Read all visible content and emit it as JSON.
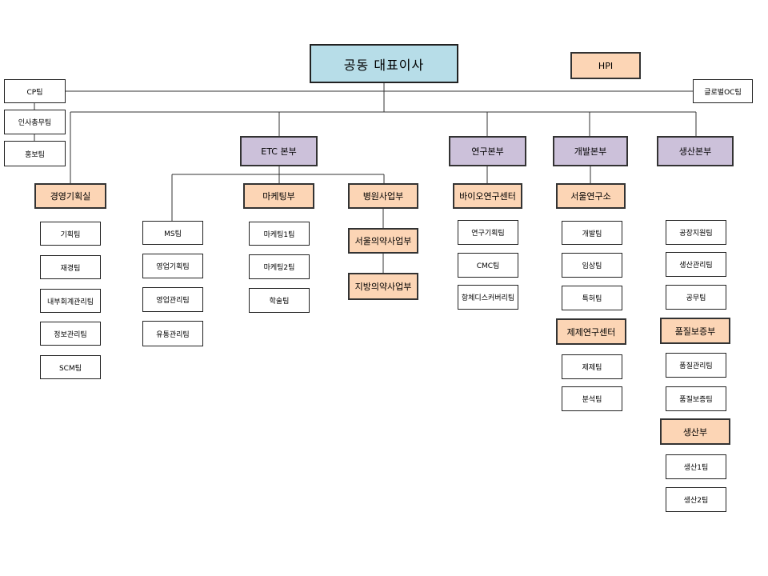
{
  "ceo": "공동 대표이사",
  "hpi": "HPI",
  "cp_team": "CP팀",
  "global_oc_team": "글로벌OC팀",
  "hr_team": "인사총무팀",
  "pr_team": "홍보팀",
  "management": {
    "title": "경영기획실",
    "teams": [
      "기획팀",
      "재경팀",
      "내부회계관리팀",
      "정보관리팀",
      "SCM팀"
    ]
  },
  "etc": {
    "title": "ETC 본부",
    "sales_teams": [
      "MS팀",
      "영업기획팀",
      "영업관리팀",
      "유통관리팀"
    ],
    "marketing": {
      "title": "마케팅부",
      "teams": [
        "마케팅1팀",
        "마케팅2팀",
        "학술팀"
      ]
    },
    "hospital": {
      "title": "병원사업부",
      "subs": [
        "서울의약사업부",
        "지방의약사업부"
      ]
    }
  },
  "research": {
    "title": "연구본부",
    "center": "바이오연구센터",
    "teams": [
      "연구기획팀",
      "CMC팀",
      "항체디스커버리팀"
    ]
  },
  "development": {
    "title": "개발본부",
    "seoul_lab": {
      "title": "서울연구소",
      "teams": [
        "개발팀",
        "임상팀",
        "특허팀"
      ]
    },
    "formulation": {
      "title": "제제연구센터",
      "teams": [
        "제제팀",
        "분석팀"
      ]
    }
  },
  "production": {
    "title": "생산본부",
    "teams": [
      "공장지원팀",
      "생산관리팀",
      "공무팀"
    ],
    "qa": {
      "title": "품질보증부",
      "teams": [
        "품질관리팀",
        "품질보증팀"
      ]
    },
    "prod": {
      "title": "생산부",
      "teams": [
        "생산1팀",
        "생산2팀"
      ]
    }
  }
}
